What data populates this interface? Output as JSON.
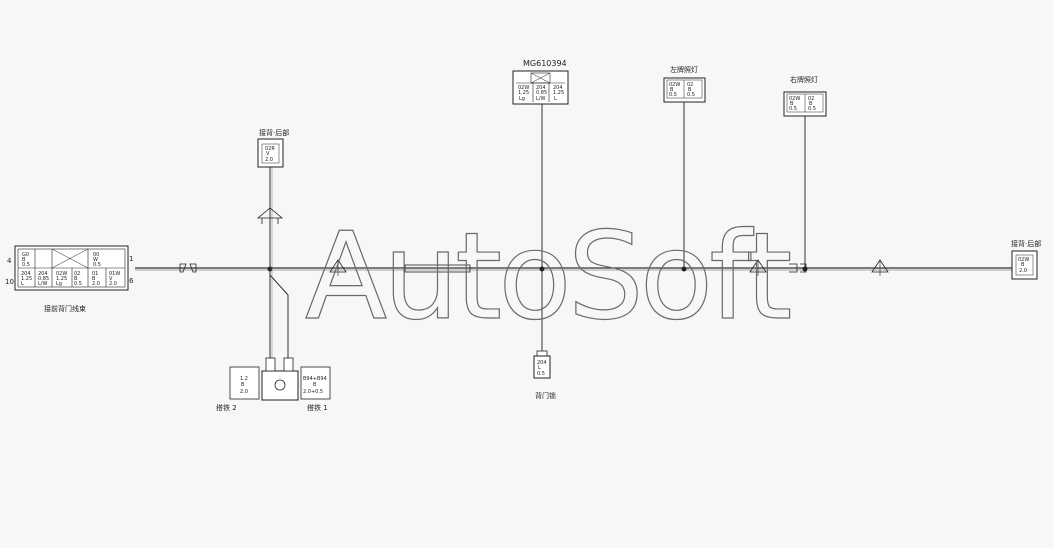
{
  "watermark": "AutoSoft",
  "top_connector_part": "MG610394",
  "left_connector": {
    "label": "接前背门线束",
    "pin_top_left": "4",
    "pin_bottom_left": "10",
    "pin_top_right": "1",
    "pin_bottom_right": "6"
  },
  "upper_left_connector_label": "接背·后部",
  "right_connector_label": "接背·后部",
  "left_plate_lamp_label": "左牌照灯",
  "right_plate_lamp_label": "右牌照灯",
  "bottom_center_label": "背门锁",
  "ground_2_label": "搭铁 2",
  "ground_1_label": "搭铁 1",
  "ground_2_spec": [
    "1.2",
    "B",
    "2.0"
  ],
  "ground_1_spec": [
    "B94+B94",
    "B",
    "2.0+0.5"
  ]
}
